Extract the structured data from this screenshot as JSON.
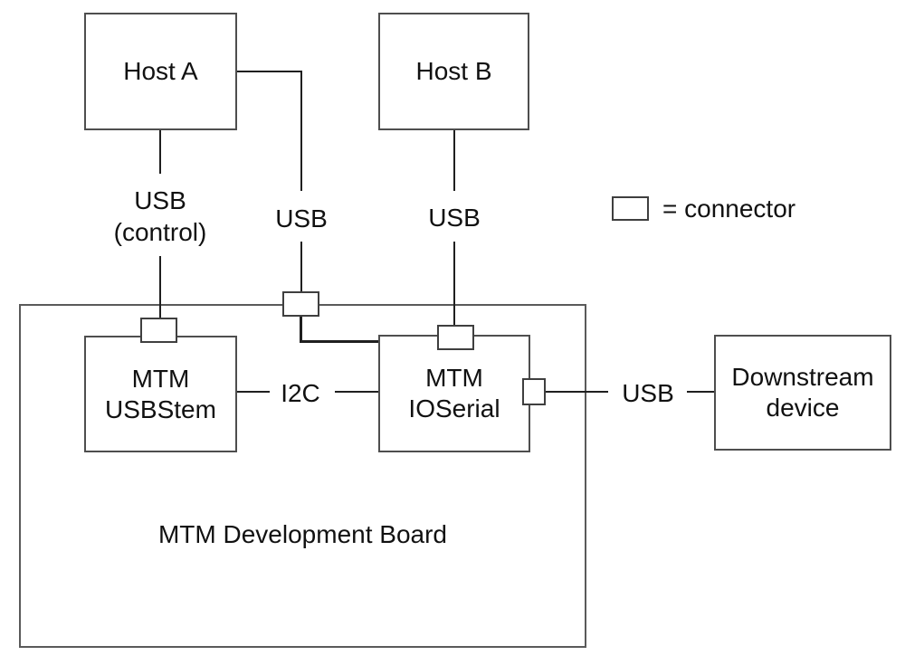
{
  "boxes": {
    "host_a": {
      "label": "Host A"
    },
    "host_b": {
      "label": "Host B"
    },
    "mtm_usbstem": {
      "label_lines": [
        "MTM",
        "USBStem"
      ]
    },
    "mtm_ioserial": {
      "label_lines": [
        "MTM",
        "IOSerial"
      ]
    },
    "downstream_device": {
      "label_lines": [
        "Downstream",
        "device"
      ]
    },
    "board": {
      "label": "MTM Development Board"
    }
  },
  "edge_labels": {
    "usb_control": [
      "USB",
      "(control)"
    ],
    "usb_host_a": "USB",
    "usb_host_b": "USB",
    "i2c": "I2C",
    "usb_downstream": "USB"
  },
  "legend": {
    "symbol": "connector-square",
    "text": "= connector"
  },
  "colors": {
    "background": "#ffffff",
    "line": "#1f1f1f",
    "box_border": "#4e4e4e",
    "text": "#111111"
  }
}
